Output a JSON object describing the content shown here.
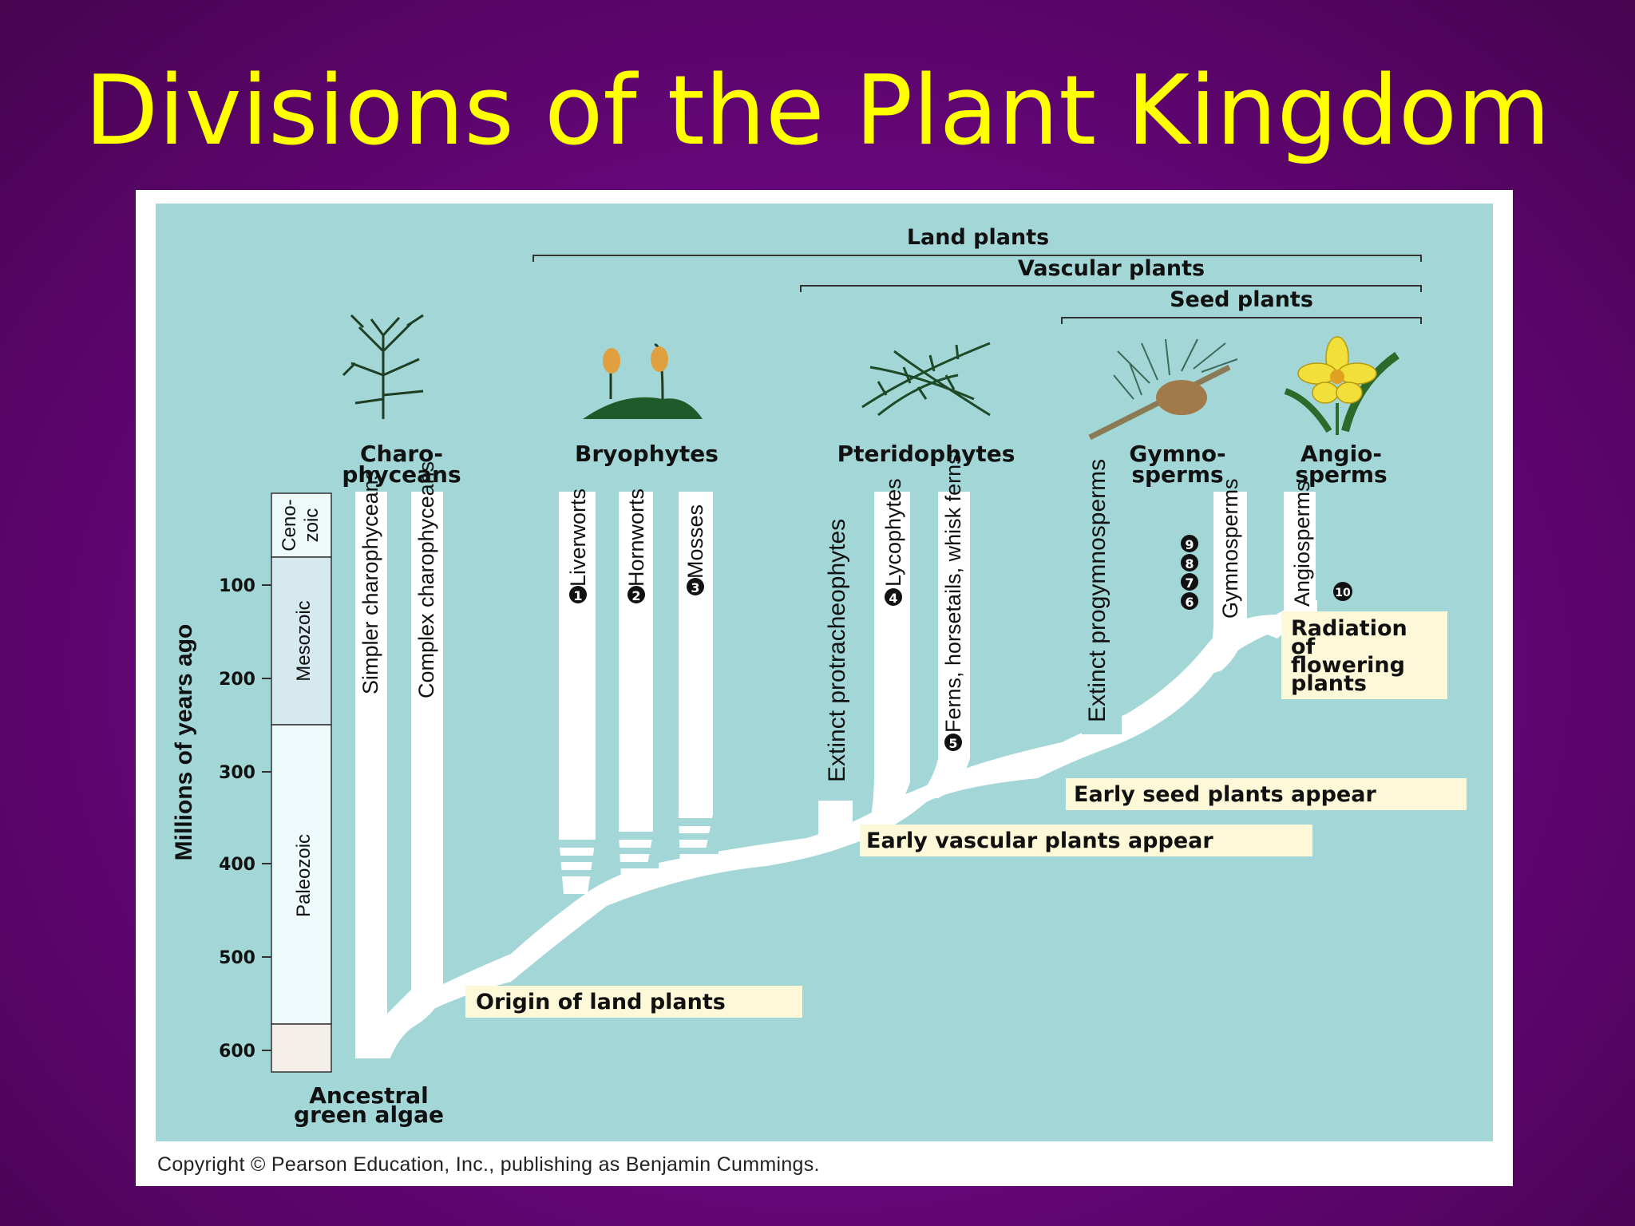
{
  "title": "Divisions of the Plant Kingdom",
  "copyright": "Copyright © Pearson Education, Inc., publishing as Benjamin Cummings.",
  "brackets": {
    "land": "Land plants",
    "vascular": "Vascular plants",
    "seed": "Seed plants"
  },
  "groups": {
    "charo_1": "Charo-",
    "charo_2": "phyceans",
    "bryophytes": "Bryophytes",
    "pteridophytes": "Pteridophytes",
    "gymno_1": "Gymno-",
    "gymno_2": "sperms",
    "angio_1": "Angio-",
    "angio_2": "sperms"
  },
  "lineages": {
    "simpler_charophyceans": "Simpler charophyceans",
    "complex_charophyceans": "Complex charophyceans",
    "liverworts": "Liverworts",
    "hornworts": "Hornworts",
    "mosses": "Mosses",
    "protracheophytes": "Extinct protracheophytes",
    "lycophytes": "Lycophytes",
    "ferns": "Ferns, horsetails, whisk ferns",
    "progymnosperms": "Extinct progymnosperms",
    "gymnosperms": "Gymnosperms",
    "angiosperms": "Angiosperms"
  },
  "markers": {
    "liverworts": "1",
    "hornworts": "2",
    "mosses": "3",
    "lycophytes": "4",
    "ferns": "5",
    "gymnosperms": [
      "6",
      "7",
      "8",
      "9"
    ],
    "angiosperms": "10"
  },
  "events": {
    "origin": "Origin of land plants",
    "early_vascular": "Early vascular plants appear",
    "early_seed": "Early seed plants appear",
    "radiation": [
      "Radiation",
      "of",
      "flowering",
      "plants"
    ]
  },
  "ancestral": [
    "Ancestral",
    "green algae"
  ],
  "time_axis": {
    "label": "Millions of years ago",
    "ticks": [
      "100",
      "200",
      "300",
      "400",
      "500",
      "600"
    ],
    "eras": {
      "cenozoic_1": "Ceno-",
      "cenozoic_2": "zoic",
      "mesozoic": "Mesozoic",
      "paleozoic": "Paleozoic"
    }
  },
  "colors": {
    "background": "#6a0680",
    "title": "#ffff00",
    "panel": "#a3d6d6",
    "branch": "#ffffff",
    "label_box": "#fdf9d8"
  }
}
